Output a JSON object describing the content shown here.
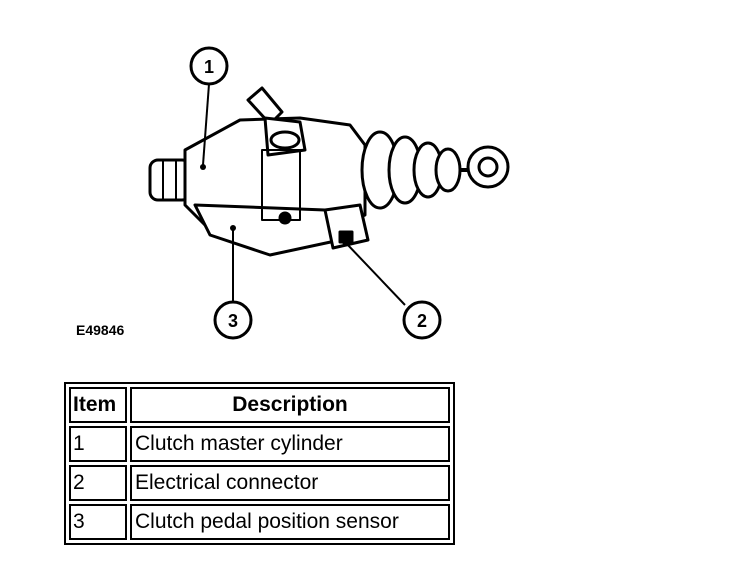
{
  "figure_id": "E49846",
  "callouts": [
    "1",
    "2",
    "3"
  ],
  "legend": {
    "header_item": "Item",
    "header_description": "Description",
    "rows": [
      {
        "item": "1",
        "description": "Clutch master cylinder"
      },
      {
        "item": "2",
        "description": "Electrical connector"
      },
      {
        "item": "3",
        "description": "Clutch pedal position sensor"
      }
    ]
  }
}
